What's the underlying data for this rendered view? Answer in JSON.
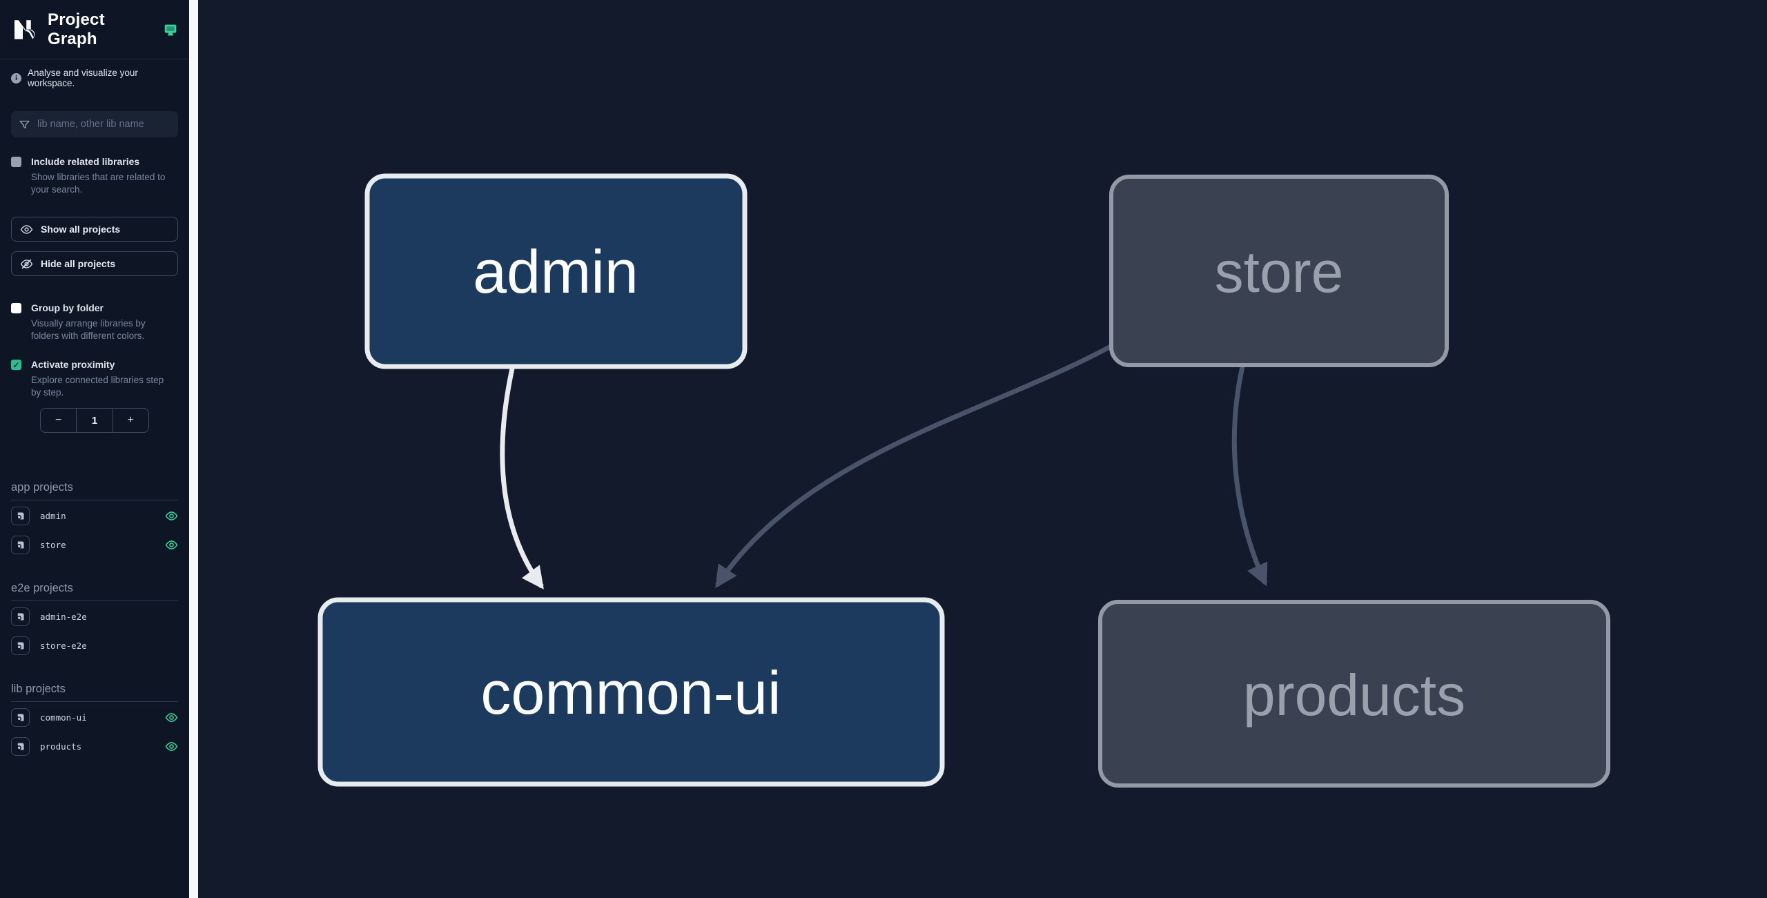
{
  "app": {
    "title": "Project Graph"
  },
  "info": {
    "text": "Analyse and visualize your workspace."
  },
  "search": {
    "placeholder": "lib name, other lib name"
  },
  "options": [
    {
      "label": "Include related libraries",
      "description": "Show libraries that are related to your search.",
      "checked": false
    },
    {
      "label": "Group by folder",
      "description": "Visually arrange libraries by folders with different colors.",
      "checked": false
    },
    {
      "label": "Activate proximity",
      "description": "Explore connected libraries step by step.",
      "checked": true
    }
  ],
  "buttons": {
    "show_all": "Show all projects",
    "hide_all": "Hide all projects"
  },
  "counter": {
    "decrement": "−",
    "value": "1",
    "increment": "+"
  },
  "sections": [
    {
      "heading": "app projects",
      "items": [
        {
          "name": "admin",
          "visible": true
        },
        {
          "name": "store",
          "visible": true
        }
      ]
    },
    {
      "heading": "e2e projects",
      "items": [
        {
          "name": "admin-e2e",
          "visible": false
        },
        {
          "name": "store-e2e",
          "visible": false
        }
      ]
    },
    {
      "heading": "lib projects",
      "items": [
        {
          "name": "common-ui",
          "visible": true
        },
        {
          "name": "products",
          "visible": true
        }
      ]
    }
  ],
  "graph": {
    "nodes": [
      {
        "id": "admin",
        "label": "admin",
        "state": "focused"
      },
      {
        "id": "store",
        "label": "store",
        "state": "faded"
      },
      {
        "id": "common-ui",
        "label": "common-ui",
        "state": "focused"
      },
      {
        "id": "products",
        "label": "products",
        "state": "faded"
      }
    ],
    "edges": [
      {
        "source": "admin",
        "target": "common-ui",
        "state": "focused"
      },
      {
        "source": "store",
        "target": "common-ui",
        "state": "faded"
      },
      {
        "source": "store",
        "target": "products",
        "state": "faded"
      }
    ]
  },
  "colors": {
    "accent_green": "#2abd8e",
    "eye_green": "#34d399",
    "node_focused_fill": "#1c3a5e",
    "node_focused_border": "#e9ecef",
    "node_faded_fill": "#3a4150",
    "node_faded_border": "#949aa5",
    "edge_focused": "#e9ebee",
    "edge_faded": "#49536a",
    "sidebar_bg": "#0e1626",
    "canvas_bg": "#121a2b"
  }
}
